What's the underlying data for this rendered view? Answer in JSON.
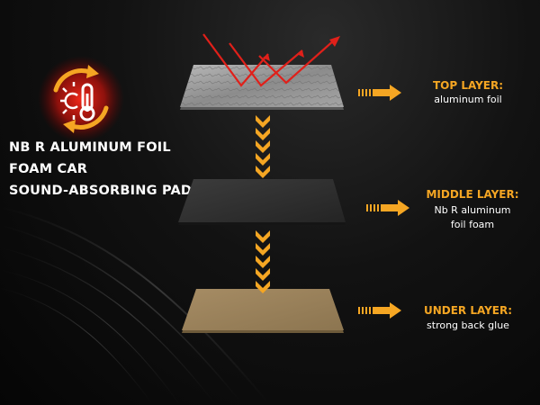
{
  "title_lines": [
    "NB R ALUMINUM FOIL",
    "FOAM CAR",
    "SOUND-ABSORBING PAD"
  ],
  "layers": [
    {
      "heading": "TOP LAYER:",
      "desc_lines": [
        "aluminum foil"
      ]
    },
    {
      "heading": "MIDDLE LAYER:",
      "desc_lines": [
        "Nb R aluminum",
        "foil foam"
      ]
    },
    {
      "heading": "UNDER LAYER:",
      "desc_lines": [
        "strong back glue"
      ]
    }
  ],
  "icons": {
    "badge": "thermometer-sun-cycle-icon",
    "arrow": "arrow-right-icon",
    "chevron": "chevron-down-icon"
  },
  "colors": {
    "accent": "#f5a623",
    "heat_red": "#e0201a",
    "top_layer": "#8a8a8a",
    "middle_layer": "#2e2e2e",
    "under_layer": "#9a8460"
  }
}
